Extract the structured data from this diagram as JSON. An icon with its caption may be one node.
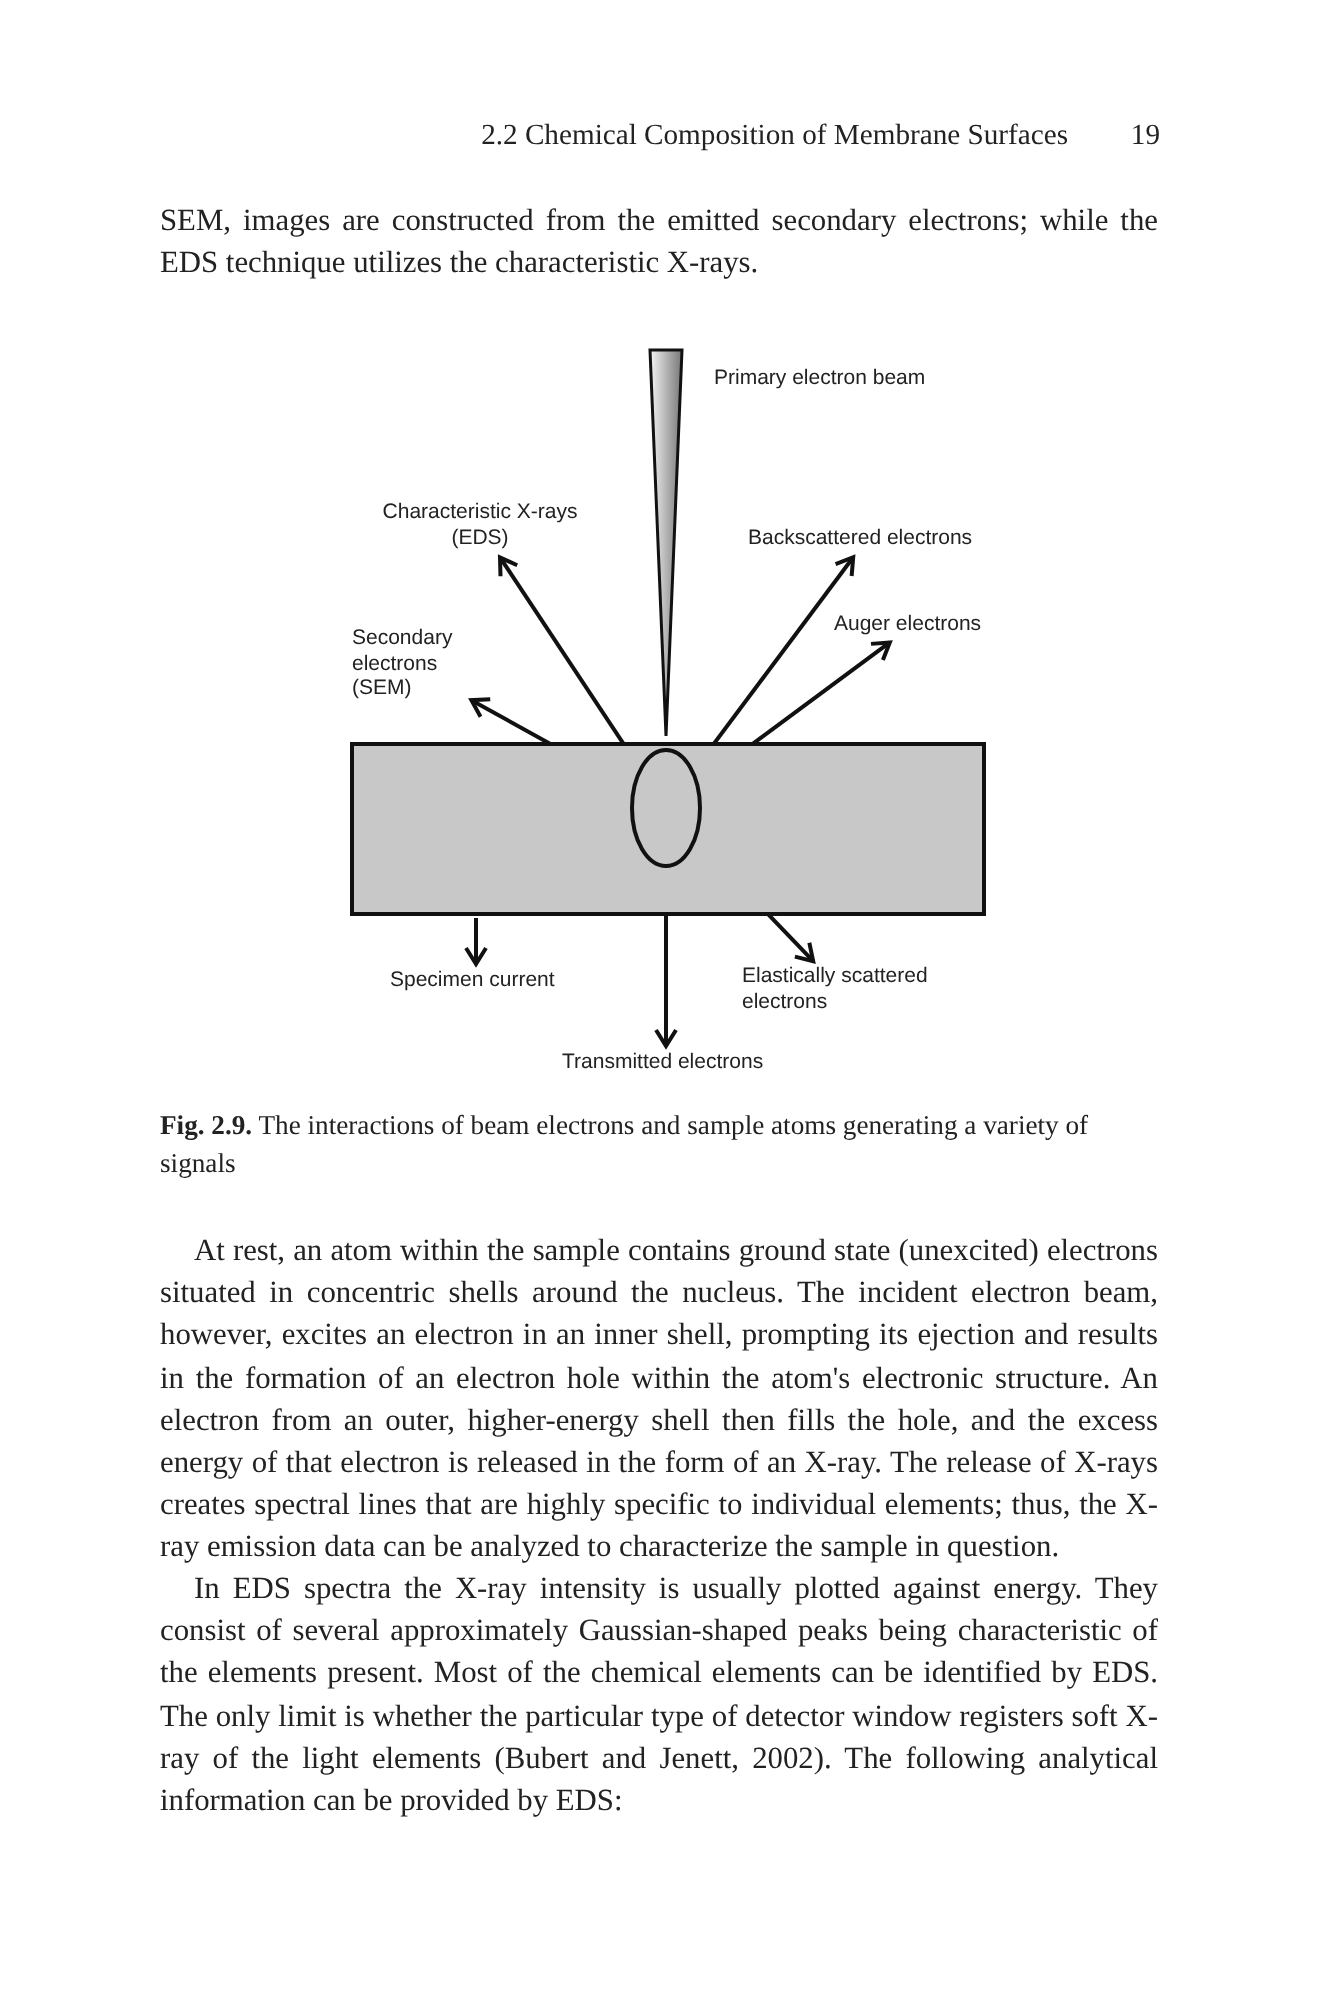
{
  "diagram": {
    "caption": "**Fig. 2.9.** The interactions of beam electrons and sample atoms generating a variety of signals",
    "nodes": [
      {
        "text": [],
        "shape": "box"
      },
      {
        "text": [],
        "shape": "ellipse",
        "in": 0
      },
      {
        "text": [
          "Characteristic X-rays (EDS)"
        ]
      },
      {
        "text": [
          "Secondary electrons (SEM)"
        ]
      },
      {
        "text": [
          "Backscattered electrons"
        ]
      },
      {
        "text": [
          "Auger electrons"
        ]
      },
      {
        "text": [
          "Specimen current"
        ]
      },
      {
        "text": [
          "Elastically scattered electrons"
        ]
      },
      {
        "text": [
          "Transmitted electrons"
        ]
      }
    ],
    "edges": [
      {
        "from": 1,
        "to": 2,
        "arrow": "to"
      },
      {
        "from": 1,
        "to": 3,
        "arrow": "to"
      },
      {
        "from": 1,
        "to": 4,
        "arrow": "to"
      },
      {
        "from": 1,
        "to": 5,
        "arrow": "to"
      },
      {
        "from": 0,
        "to": 6,
        "arrow": "to"
      },
      {
        "from": 1,
        "to": 7,
        "arrow": "to"
      },
      {
        "from": 1,
        "to": 8,
        "arrow": "to"
      }
    ],
    "labels": [
      "2.2 Chemical Composition of Membrane Surfaces",
      "19",
      "SEM, images are constructed from the emitted secondary electrons; while the EDS technique utilizes the characteristic X-rays.",
      "Primary electron beam",
      "At rest, an atom within the sample contains ground state (unexcited) electrons situated in concentric shells around the nucleus. The incident electron beam, however, excites an electron in an inner shell, prompting its ejection and results in the formation of an electron hole within the atom's electronic structure. An electron from an outer, higher-energy shell then fills the hole, and the excess energy of that electron is released in the form of an X-ray. The release of X-rays creates spectral lines that are highly specific to individual elements; thus, the X-ray emission data can be analyzed to characterize the sample in question.",
      "In EDS spectra the X-ray intensity is usually plotted against energy. They consist of several approximately Gaussian-shaped peaks being characteristic of the elements present. Most of the chemical elements can be identified by EDS. The only limit is whether the particular type of detector window registers soft X-ray of the light elements (Bubert and Jenett, 2002). The following analytical information can be provided by EDS:"
    ]
  }
}
